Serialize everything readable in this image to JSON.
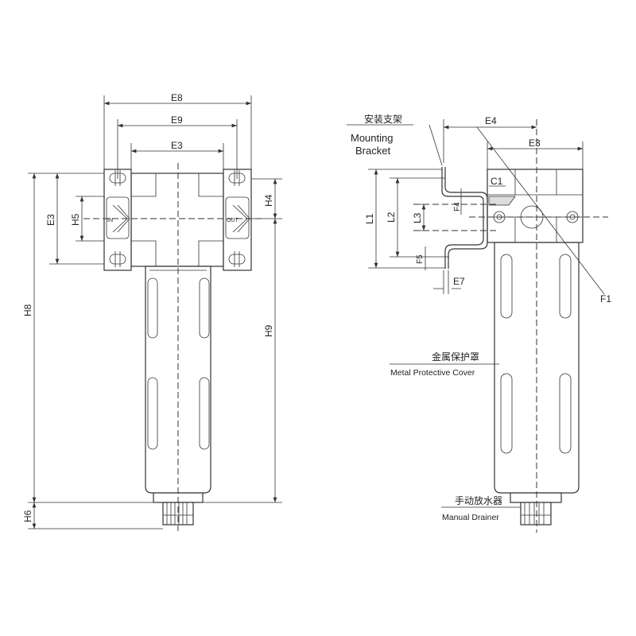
{
  "left_view": {
    "dims": {
      "E8": "E8",
      "E9": "E9",
      "E3": "E3",
      "E3_side": "E3",
      "H5": "H5",
      "H4": "H4",
      "H8": "H8",
      "H9": "H9",
      "H6": "H6"
    },
    "port_in": "IN",
    "port_out": "OUT"
  },
  "right_view": {
    "dims": {
      "E4": "E4",
      "E3": "E3",
      "C1": "C1",
      "F4": "F4",
      "L1": "L1",
      "L2": "L2",
      "L3": "L3",
      "F5": "F5",
      "E7": "E7",
      "F1": "F1"
    },
    "callouts": {
      "bracket_cn": "安装支架",
      "bracket_en_1": "Mounting",
      "bracket_en_2": "Bracket",
      "cover_cn": "金属保护罩",
      "cover_en": "Metal Protective Cover",
      "drainer_cn": "手动放水器",
      "drainer_en": "Manual Drainer"
    }
  }
}
